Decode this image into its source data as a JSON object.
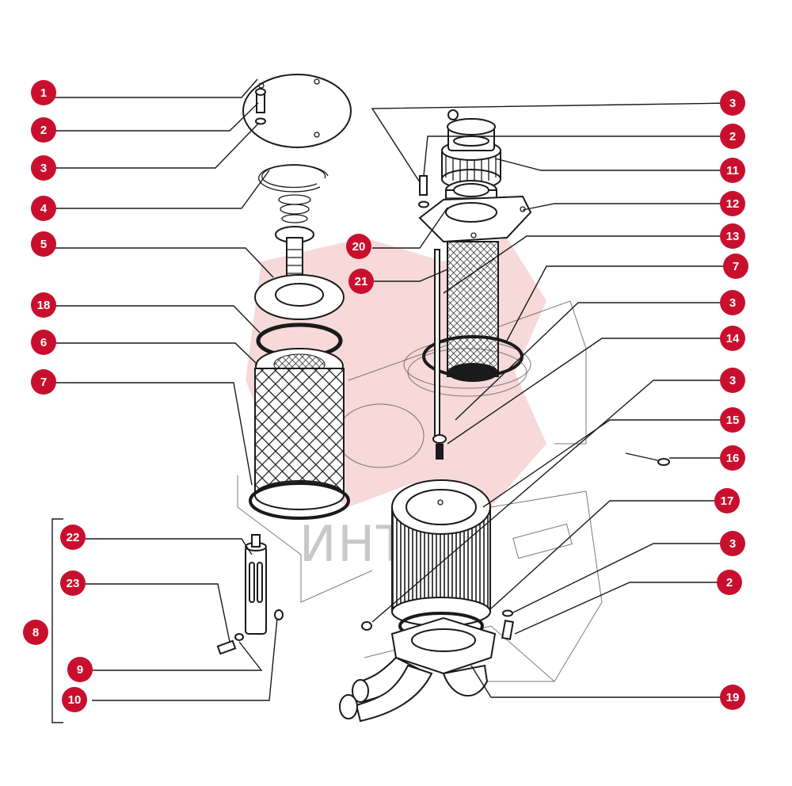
{
  "watermark": {
    "text": "ИНТЕХ"
  },
  "colors": {
    "callout_fill": "#c8102e",
    "callout_text": "#ffffff",
    "watermark_logo": "#f1b9b9",
    "line": "#1a1a1a"
  },
  "callouts": [
    {
      "id": "c1",
      "label": "1"
    },
    {
      "id": "c2a",
      "label": "2"
    },
    {
      "id": "c3a",
      "label": "3"
    },
    {
      "id": "c4",
      "label": "4"
    },
    {
      "id": "c5",
      "label": "5"
    },
    {
      "id": "c18",
      "label": "18"
    },
    {
      "id": "c6",
      "label": "6"
    },
    {
      "id": "c7a",
      "label": "7"
    },
    {
      "id": "c22",
      "label": "22"
    },
    {
      "id": "c23",
      "label": "23"
    },
    {
      "id": "c8",
      "label": "8"
    },
    {
      "id": "c9",
      "label": "9"
    },
    {
      "id": "c10",
      "label": "10"
    },
    {
      "id": "c20",
      "label": "20"
    },
    {
      "id": "c21",
      "label": "21"
    },
    {
      "id": "c3b",
      "label": "3"
    },
    {
      "id": "c2b",
      "label": "2"
    },
    {
      "id": "c11",
      "label": "11"
    },
    {
      "id": "c12",
      "label": "12"
    },
    {
      "id": "c13",
      "label": "13"
    },
    {
      "id": "c7b",
      "label": "7"
    },
    {
      "id": "c3c",
      "label": "3"
    },
    {
      "id": "c14",
      "label": "14"
    },
    {
      "id": "c3d",
      "label": "3"
    },
    {
      "id": "c15",
      "label": "15"
    },
    {
      "id": "c16",
      "label": "16"
    },
    {
      "id": "c17",
      "label": "17"
    },
    {
      "id": "c3e",
      "label": "3"
    },
    {
      "id": "c2c",
      "label": "2"
    },
    {
      "id": "c19",
      "label": "19"
    }
  ]
}
